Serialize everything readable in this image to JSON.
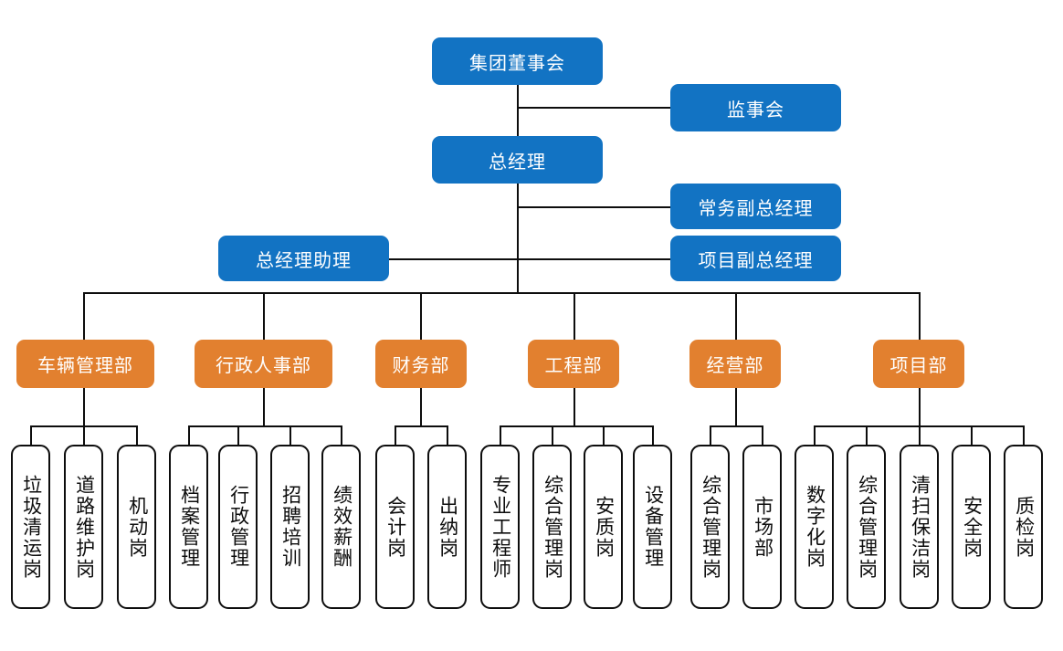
{
  "chart_title": "",
  "colors": {
    "executive_blue": "#1273c3",
    "department_orange": "#e2802f",
    "leaf_border": "#0d0d0d",
    "leaf_fill": "#ffffff",
    "connector": "#0d0d0d",
    "background": "#ffffff"
  },
  "executive": {
    "board": "集团董事会",
    "supervisory": "监事会",
    "general_manager": "总经理",
    "executive_deputy": "常务副总经理",
    "project_deputy": "项目副总经理",
    "gm_assistant": "总经理助理"
  },
  "departments": [
    {
      "name": "车辆管理部",
      "positions": [
        "垃圾清运岗",
        "道路维护岗",
        "机动岗"
      ]
    },
    {
      "name": "行政人事部",
      "positions": [
        "档案管理",
        "行政管理",
        "招聘培训",
        "绩效薪酬"
      ]
    },
    {
      "name": "财务部",
      "positions": [
        "会计岗",
        "出纳岗"
      ]
    },
    {
      "name": "工程部",
      "positions": [
        "专业工程师",
        "综合管理岗",
        "安质岗",
        "设备管理"
      ]
    },
    {
      "name": "经营部",
      "positions": [
        "综合管理岗",
        "市场部"
      ]
    },
    {
      "name": "项目部",
      "positions": [
        "数字化岗",
        "综合管理岗",
        "清扫保洁岗",
        "安全岗",
        "质检岗"
      ]
    }
  ]
}
